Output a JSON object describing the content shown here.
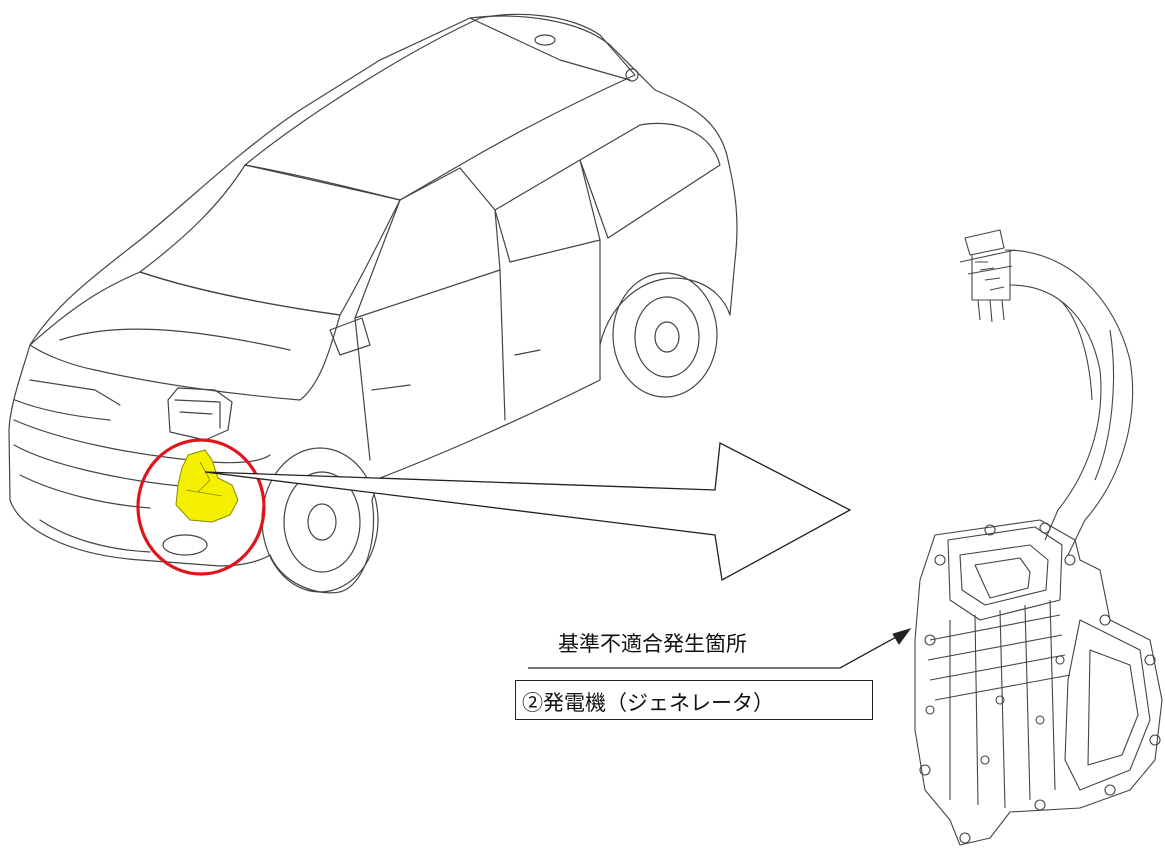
{
  "callout": {
    "location_label": "基準不適合発生箇所",
    "part_label": "②発電機（ジェネレータ）"
  },
  "illustrations": {
    "vehicle": "vehicle-line-drawing",
    "component": "generator-line-drawing"
  },
  "colors": {
    "highlight_fill": "#f5f000",
    "highlight_circle": "#e0141b",
    "line": "#333333"
  }
}
